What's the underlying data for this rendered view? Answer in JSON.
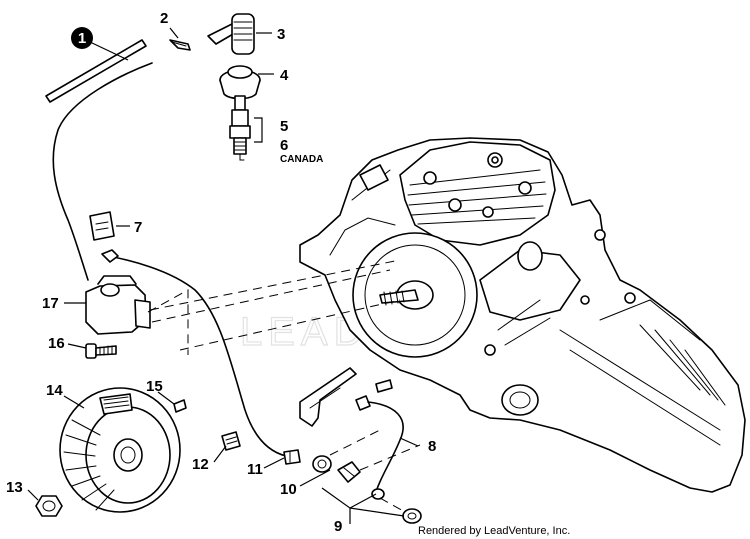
{
  "callouts": [
    {
      "id": "c1",
      "label": "1"
    },
    {
      "id": "c2",
      "label": "2"
    },
    {
      "id": "c3",
      "label": "3"
    },
    {
      "id": "c4",
      "label": "4"
    },
    {
      "id": "c5",
      "label": "5"
    },
    {
      "id": "c6",
      "label": "6"
    },
    {
      "id": "c7",
      "label": "7"
    },
    {
      "id": "c8",
      "label": "8"
    },
    {
      "id": "c9",
      "label": "9"
    },
    {
      "id": "c10",
      "label": "10"
    },
    {
      "id": "c11",
      "label": "11"
    },
    {
      "id": "c12",
      "label": "12"
    },
    {
      "id": "c13",
      "label": "13"
    },
    {
      "id": "c14",
      "label": "14"
    },
    {
      "id": "c15",
      "label": "15"
    },
    {
      "id": "c16",
      "label": "16"
    },
    {
      "id": "c17",
      "label": "17"
    }
  ],
  "note_canada": "CANADA",
  "watermark": "LEADVENTURE",
  "credit": "Rendered by LeadVenture, Inc."
}
